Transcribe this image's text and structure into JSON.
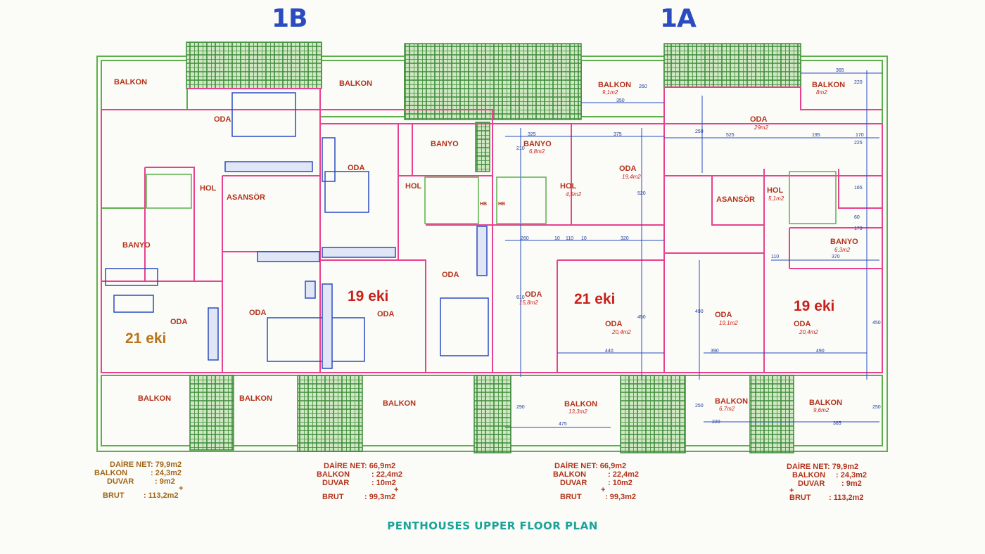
{
  "header": {
    "unit_left": "1B",
    "unit_right": "1A"
  },
  "title": "PENTHOUSES UPPER FLOOR PLAN",
  "colors": {
    "wall": "#e8418f",
    "terrace": "#5bb04a",
    "hatch": "#3c8b3a",
    "dimension": "#2a4cc0",
    "room_text": "#b3321c",
    "unit_b_text": "#b8741a",
    "title": "#1aa39a"
  },
  "rooms": {
    "b1_balkon_tl": "BALKON",
    "b1_oda_top": "ODA",
    "b1_hol": "HOL",
    "b1_asansor": "ASANSÖR",
    "b1_banyo": "BANYO",
    "b1_oda_left": "ODA",
    "b1_oda_mid": "ODA",
    "b1_unit": "21 eki",
    "b1_balkon_bl": "BALKON",
    "b1_balkon_bm": "BALKON",
    "b2_balkon_top": "BALKON",
    "b2_oda_top": "ODA",
    "b2_banyo": "BANYO",
    "b2_hol": "HOL",
    "b2_hb1": "HB",
    "b2_unit": "19 eki",
    "b2_oda_mid": "ODA",
    "b2_oda_right": "ODA",
    "b2_balkon_bottom": "BALKON",
    "a2_balkon_top": "BALKON",
    "a2_balkon_top_area": "9,1m2",
    "a2_banyo": "BANYO",
    "a2_banyo_area": "6,8m2",
    "a2_hb": "HB",
    "a2_hol": "HOL",
    "a2_hol_area": "4,5m2",
    "a2_oda_tr": "ODA",
    "a2_oda_tr_area": "19,4m2",
    "a2_oda_left": "ODA",
    "a2_oda_left_area": "15,8m2",
    "a2_unit": "21 eki",
    "a2_oda_mid": "ODA",
    "a2_oda_mid_area": "20,4m2",
    "a2_balkon_bottom": "BALKON",
    "a2_balkon_bottom_area": "13,3m2",
    "a1_balkon_top": "BALKON",
    "a1_balkon_top_area": "8m2",
    "a1_oda_top": "ODA",
    "a1_oda_top_area": "29m2",
    "a1_asansor": "ASANSÖR",
    "a1_hol": "HOL",
    "a1_hol_area": "5,1m2",
    "a1_banyo": "BANYO",
    "a1_banyo_area": "6,3m2",
    "a1_oda_left": "ODA",
    "a1_oda_left_area": "19,1m2",
    "a1_unit": "19 eki",
    "a1_oda_right": "ODA",
    "a1_oda_right_area": "20,4m2",
    "a1_balkon_bl": "BALKON",
    "a1_balkon_bl_area": "6,7m2",
    "a1_balkon_br": "BALKON",
    "a1_balkon_br_area": "9,6m2"
  },
  "dimensions": [
    "365",
    "220",
    "260",
    "350",
    "325",
    "375",
    "250",
    "525",
    "195",
    "170",
    "225",
    "210",
    "520",
    "165",
    "60",
    "170",
    "260",
    "10",
    "110",
    "10",
    "320",
    "110",
    "370",
    "610",
    "450",
    "440",
    "490",
    "390",
    "490",
    "450",
    "290",
    "475",
    "250",
    "220",
    "385",
    "250"
  ],
  "summaries": [
    {
      "net": "DAİRE NET: 79,9m2",
      "balkon_label": "BALKON",
      "balkon": ": 24,3m2",
      "duvar_label": "DUVAR",
      "duvar": ": 9m2",
      "plus": "+",
      "brut_label": "BRUT",
      "brut": ": 113,2m2"
    },
    {
      "net": "DAİRE NET: 66,9m2",
      "balkon_label": "BALKON",
      "balkon": ": 22,4m2",
      "duvar_label": "DUVAR",
      "duvar": ": 10m2",
      "plus": "+",
      "brut_label": "BRUT",
      "brut": ": 99,3m2"
    },
    {
      "net": "DAİRE NET: 66,9m2",
      "balkon_label": "BALKON",
      "balkon": ": 22,4m2",
      "duvar_label": "DUVAR",
      "duvar": ": 10m2",
      "plus": "+",
      "brut_label": "BRUT",
      "brut": ": 99,3m2"
    },
    {
      "net": "DAİRE NET: 79,9m2",
      "balkon_label": "BALKON",
      "balkon": ": 24,3m2",
      "duvar_label": "DUVAR",
      "duvar": ": 9m2",
      "plus": "+",
      "brut_label": "BRUT",
      "brut": ": 113,2m2"
    }
  ]
}
